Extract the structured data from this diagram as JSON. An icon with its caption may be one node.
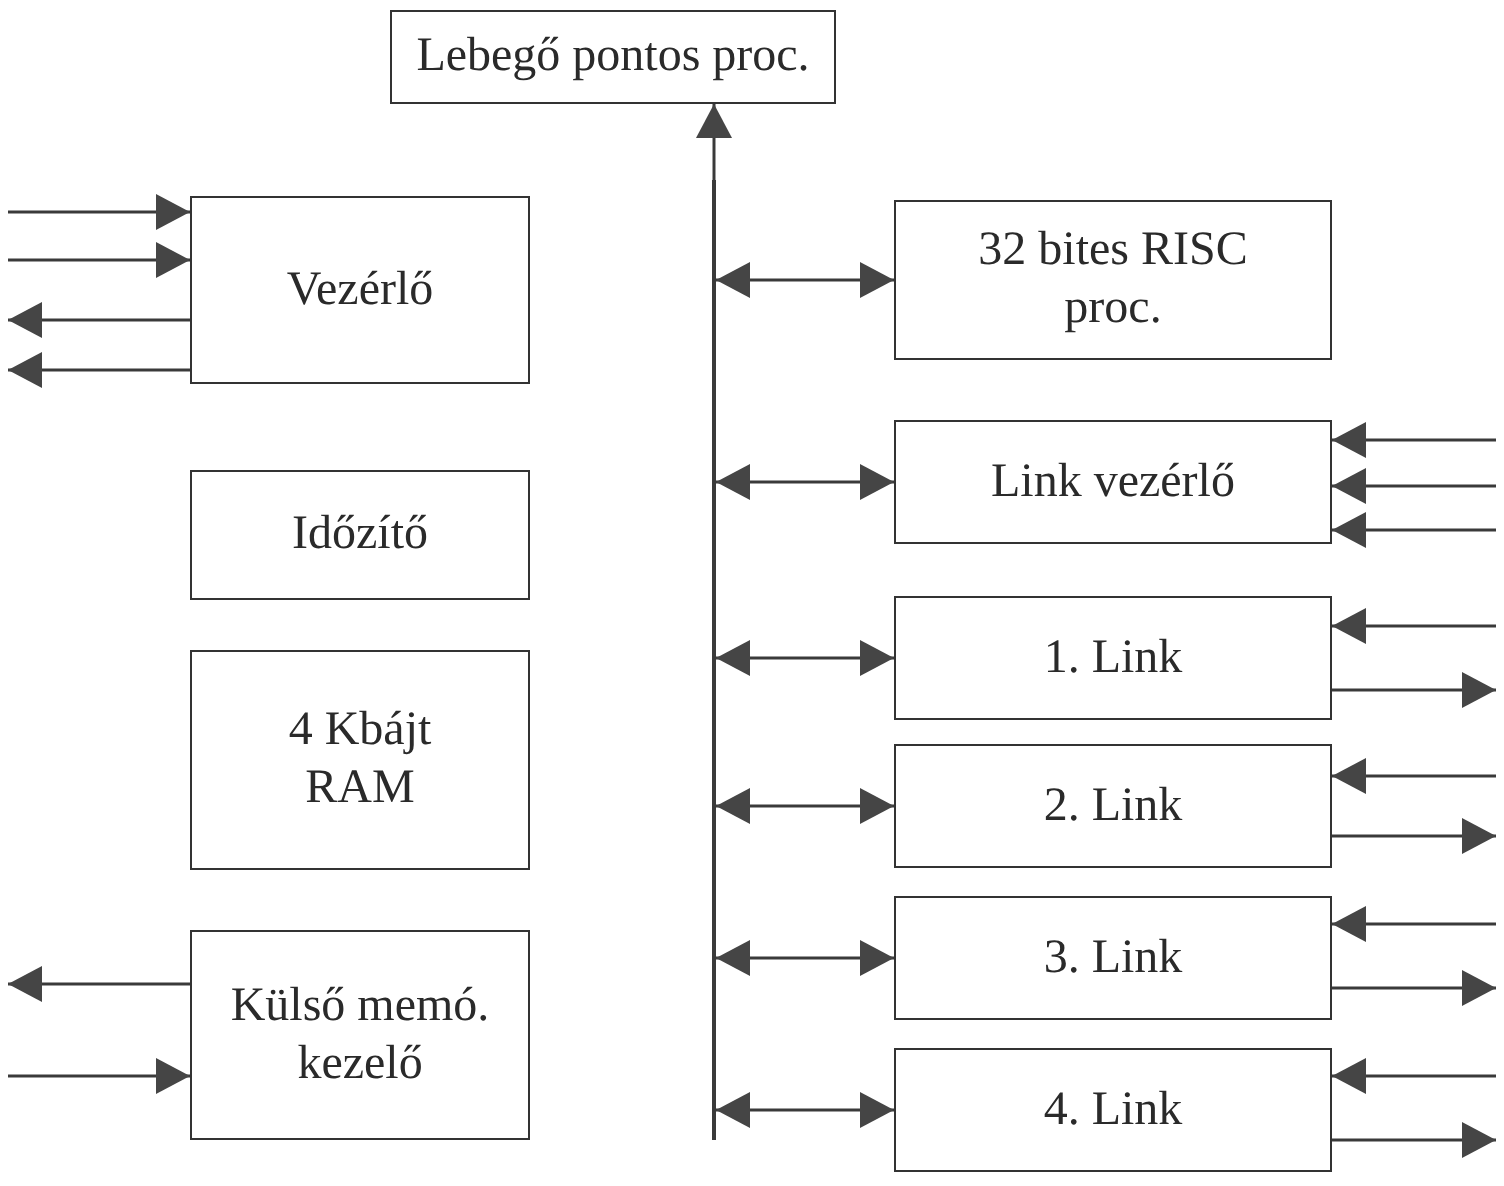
{
  "diagram": {
    "nodes": [
      {
        "text": [
          "Lebegő pontos proc."
        ]
      },
      {
        "text": [
          "Vezérlő"
        ]
      },
      {
        "text": [
          "Időzítő"
        ]
      },
      {
        "text": [
          "4 Kbájt RAM"
        ]
      },
      {
        "text": [
          "Külső memó. kezelő"
        ]
      },
      {
        "text": [
          "32 bites RISC proc."
        ]
      },
      {
        "text": [
          "Link vezérlő"
        ]
      },
      {
        "text": [
          "1. Link"
        ]
      },
      {
        "text": [
          "2. Link"
        ]
      },
      {
        "text": [
          "3. Link"
        ]
      },
      {
        "text": [
          "4. Link"
        ]
      },
      {
        "text": [],
        "shape": "bar"
      }
    ],
    "edges": [
      {
        "from": 11,
        "to": 0,
        "arrow": "to"
      },
      {
        "from": 11,
        "to": 5,
        "arrow": "both"
      },
      {
        "from": 11,
        "to": 6,
        "arrow": "both"
      },
      {
        "from": 11,
        "to": 7,
        "arrow": "both"
      },
      {
        "from": 11,
        "to": 8,
        "arrow": "both"
      },
      {
        "from": 11,
        "to": 9,
        "arrow": "both"
      },
      {
        "from": 11,
        "to": 10,
        "arrow": "both"
      },
      {
        "from": null,
        "to": 1,
        "arrow": "to"
      },
      {
        "from": null,
        "to": 1,
        "arrow": "to"
      },
      {
        "from": 1,
        "to": null,
        "arrow": "to"
      },
      {
        "from": 1,
        "to": null,
        "arrow": "to"
      },
      {
        "from": 4,
        "to": null,
        "arrow": "to"
      },
      {
        "from": null,
        "to": 4,
        "arrow": "to"
      },
      {
        "from": null,
        "to": 6,
        "arrow": "to"
      },
      {
        "from": null,
        "to": 6,
        "arrow": "to"
      },
      {
        "from": null,
        "to": 6,
        "arrow": "to"
      },
      {
        "from": null,
        "to": 7,
        "arrow": "to"
      },
      {
        "from": 7,
        "to": null,
        "arrow": "to"
      },
      {
        "from": null,
        "to": 8,
        "arrow": "to"
      },
      {
        "from": 8,
        "to": null,
        "arrow": "to"
      },
      {
        "from": null,
        "to": 9,
        "arrow": "to"
      },
      {
        "from": 9,
        "to": null,
        "arrow": "to"
      },
      {
        "from": null,
        "to": 10,
        "arrow": "to"
      },
      {
        "from": 10,
        "to": null,
        "arrow": "to"
      }
    ]
  }
}
